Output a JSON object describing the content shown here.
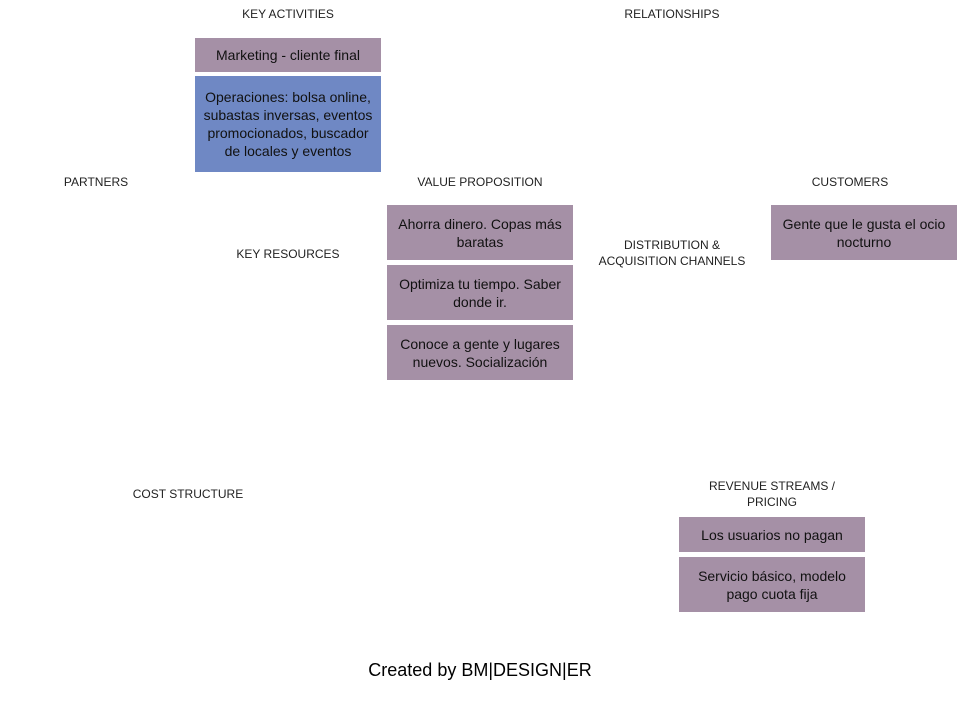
{
  "labels": {
    "key_activities": "KEY ACTIVITIES",
    "relationships": "RELATIONSHIPS",
    "partners": "PARTNERS",
    "value_proposition": "VALUE PROPOSITION",
    "customers": "CUSTOMERS",
    "key_resources": "KEY RESOURCES",
    "distribution": "DISTRIBUTION  &\nACQUISITION  CHANNELS",
    "cost_structure": "COST  STRUCTURE",
    "revenue_streams": "REVENUE STREAMS /\nPRICING"
  },
  "notes": {
    "marketing": "Marketing - cliente final",
    "operaciones": "Operaciones: bolsa online, subastas inversas, eventos promocionados, buscador de locales y eventos",
    "ahorra": "Ahorra dinero. Copas más baratas",
    "optimiza": "Optimiza tu tiempo. Saber donde ir.",
    "conoce": "Conoce a gente y lugares nuevos. Socialización",
    "gente": "Gente que le gusta el ocio nocturno",
    "usuarios": "Los usuarios no pagan",
    "servicio": "Servicio básico, modelo pago cuota fija"
  },
  "footer": "Created by BM|DESIGN|ER",
  "colors": {
    "note_mauve": "#a590a6",
    "note_blue": "#6f88c4"
  }
}
